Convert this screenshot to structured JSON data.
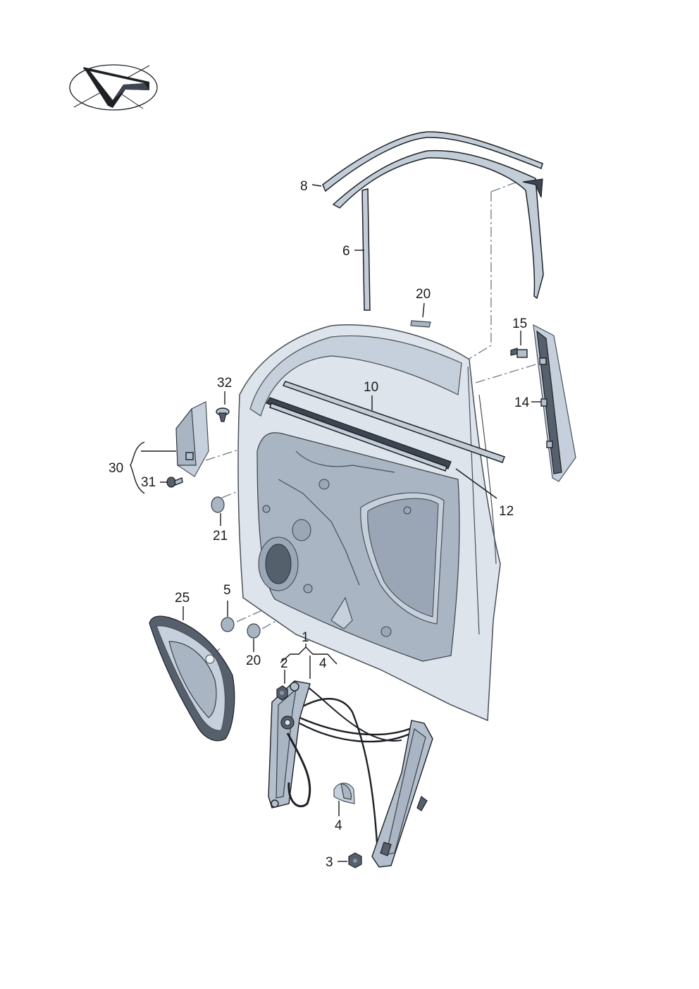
{
  "diagram": {
    "callouts": {
      "c1": "1",
      "c2": "2",
      "c3": "3",
      "c4a": "4",
      "c4b": "4",
      "c5": "5",
      "c6": "6",
      "c8": "8",
      "c10": "10",
      "c12": "12",
      "c14": "14",
      "c15": "15",
      "c20a": "20",
      "c20b": "20",
      "c21": "21",
      "c25": "25",
      "c30": "30",
      "c31": "31",
      "c32": "32"
    },
    "colors": {
      "part_fill": "#dde4ec",
      "part_shade": "#a9b5c3",
      "outline": "#1d2126",
      "leader": "#1a1a1a"
    }
  }
}
